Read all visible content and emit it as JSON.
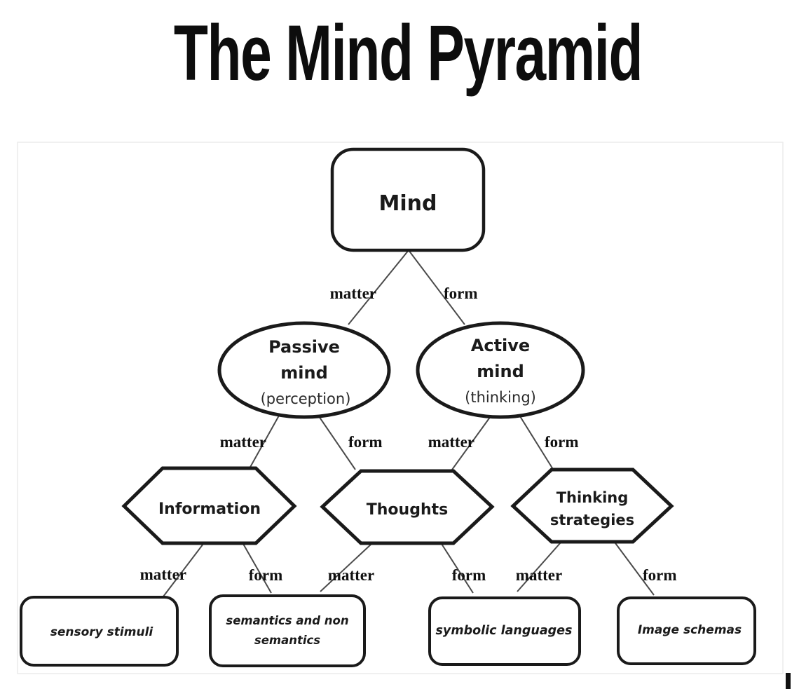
{
  "title": "The Mind Pyramid",
  "diagram": {
    "colors": {
      "background": "#ffffff",
      "shape_stroke": "#1a1a1a",
      "edge_line": "#4a4a4a",
      "text": "#111111"
    },
    "nodes": {
      "mind": {
        "label": "Mind",
        "shape": "rounded-rectangle"
      },
      "passive_mind": {
        "line1": "Passive",
        "line2": "mind",
        "line3": "(perception)",
        "shape": "ellipse"
      },
      "active_mind": {
        "line1": "Active",
        "line2": "mind",
        "line3": "(thinking)",
        "shape": "ellipse"
      },
      "information": {
        "label": "Information",
        "shape": "hexagon"
      },
      "thoughts": {
        "label": "Thoughts",
        "shape": "hexagon"
      },
      "thinking_strategies": {
        "line1": "Thinking",
        "line2": "strategies",
        "shape": "hexagon"
      },
      "sensory_stimuli": {
        "label": "sensory stimuli",
        "shape": "rounded-rectangle"
      },
      "semantics": {
        "line1": "semantics and non",
        "line2": "semantics",
        "shape": "rounded-rectangle"
      },
      "symbolic_languages": {
        "label": "symbolic languages",
        "shape": "rounded-rectangle"
      },
      "image_schemas": {
        "label": "Image schemas",
        "shape": "rounded-rectangle"
      }
    },
    "edges": [
      {
        "from": "Mind",
        "to": "Passive mind",
        "label": "matter"
      },
      {
        "from": "Mind",
        "to": "Active mind",
        "label": "form"
      },
      {
        "from": "Passive mind",
        "to": "Information",
        "label": "matter"
      },
      {
        "from": "Passive mind",
        "to": "Thoughts",
        "label": "form"
      },
      {
        "from": "Active mind",
        "to": "Thoughts",
        "label": "matter"
      },
      {
        "from": "Active mind",
        "to": "Thinking strategies",
        "label": "form"
      },
      {
        "from": "Information",
        "to": "sensory stimuli",
        "label": "matter"
      },
      {
        "from": "Information",
        "to": "semantics and non semantics",
        "label": "form"
      },
      {
        "from": "Thoughts",
        "to": "semantics and non semantics",
        "label": "matter"
      },
      {
        "from": "Thoughts",
        "to": "symbolic languages",
        "label": "form"
      },
      {
        "from": "Thinking strategies",
        "to": "symbolic languages",
        "label": "matter"
      },
      {
        "from": "Thinking strategies",
        "to": "Image schemas",
        "label": "form"
      }
    ]
  }
}
